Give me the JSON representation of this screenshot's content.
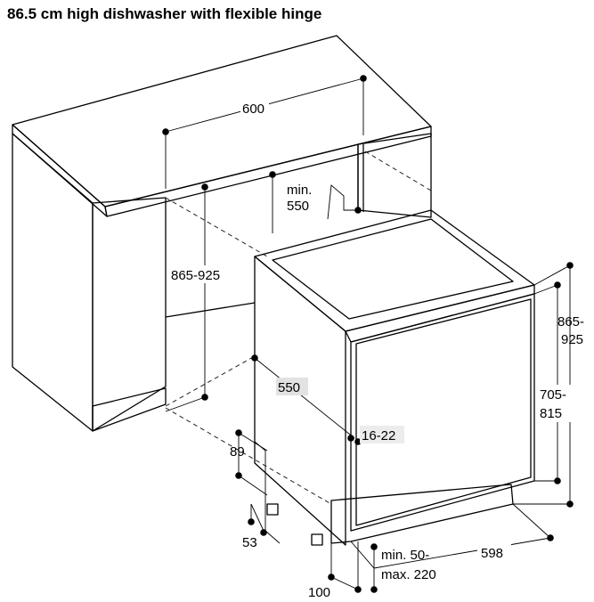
{
  "title": "86.5 cm high dishwasher with flexible hinge",
  "dimensions": {
    "worktop_width": "600",
    "min_depth_line1": "min.",
    "min_depth_line2": "550",
    "niche_height": "865-925",
    "appliance_height_line1": "865-",
    "appliance_height_line2": "925",
    "door_height_line1": "705-",
    "door_height_line2": "815",
    "appliance_depth": "550",
    "gap": "16-22",
    "plinth_89": "89",
    "plinth_53": "53",
    "plinth_gap_line1": "min. 50-",
    "plinth_gap_line2": "max. 220",
    "appliance_width": "598",
    "plinth_100": "100"
  },
  "colors": {
    "line": "#000000",
    "background": "#ffffff",
    "cabinet_fill": "#e9e9e9",
    "appliance_fill": "#e4e4e4"
  }
}
